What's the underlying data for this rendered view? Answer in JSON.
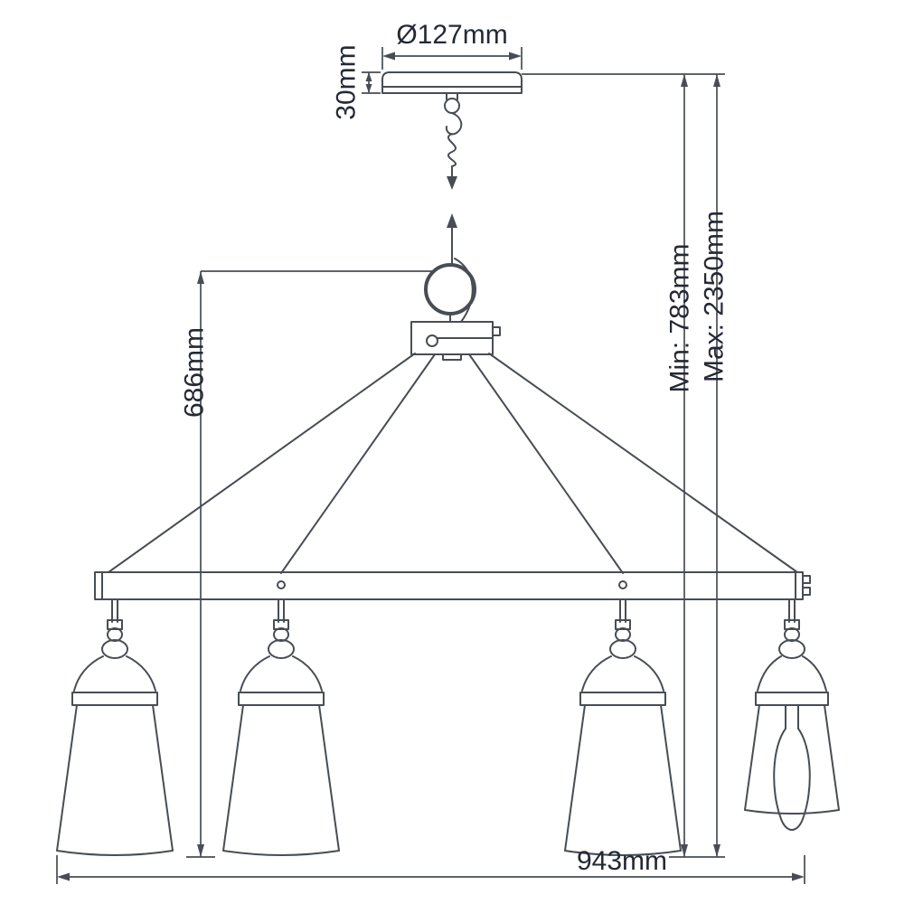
{
  "drawing": {
    "name": "four-light linear chandelier dimension diagram",
    "colors": {
      "line": "#484d55",
      "text": "#242936",
      "background": "#ffffff"
    },
    "labels": {
      "canopy_diameter": "Ø127mm",
      "canopy_height": "30mm",
      "body_height": "686mm",
      "min_height": "Min: 783mm",
      "max_height": "Max: 2350mm",
      "width": "943mm"
    }
  }
}
